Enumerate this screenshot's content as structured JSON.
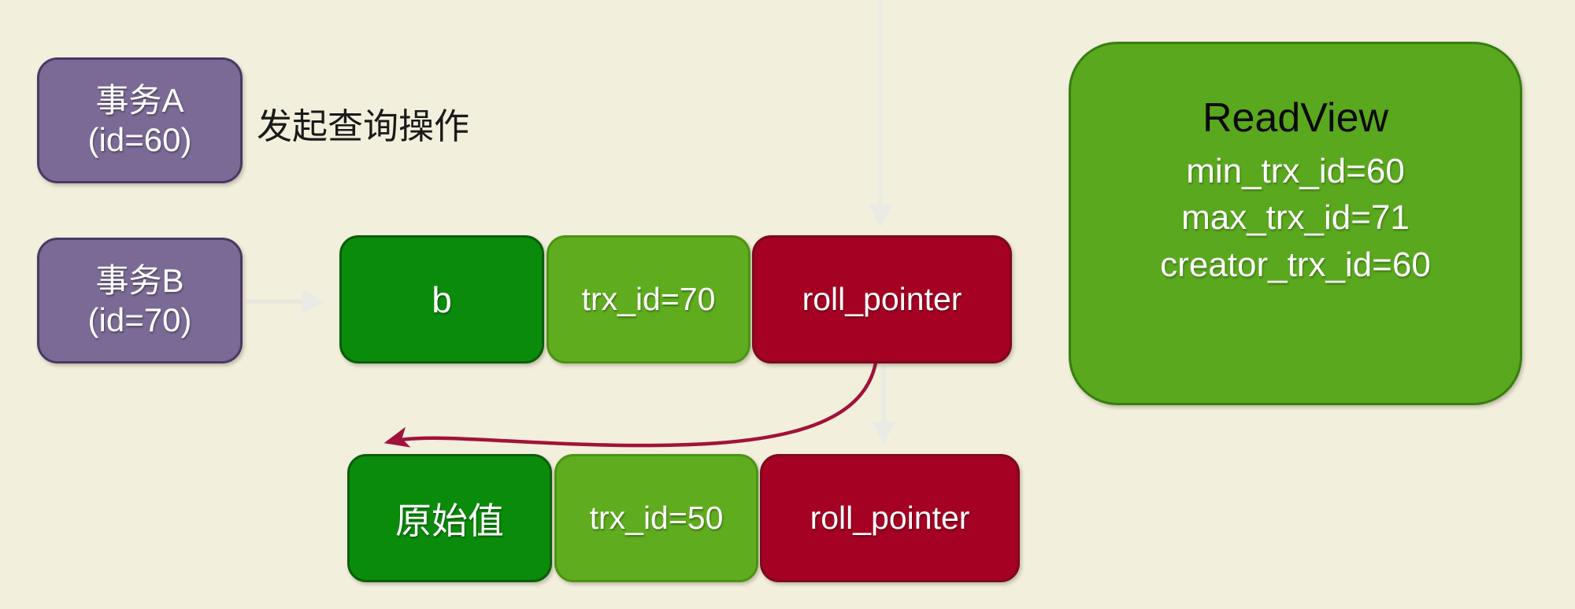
{
  "transaction_a": {
    "name": "事务A",
    "id_label": "(id=60)"
  },
  "transaction_b": {
    "name": "事务B",
    "id_label": "(id=70)"
  },
  "query_label": "发起查询操作",
  "current_row": {
    "value": "b",
    "trx_id": "trx_id=70",
    "roll_pointer": "roll_pointer"
  },
  "undo_row": {
    "value": "原始值",
    "trx_id": "trx_id=50",
    "roll_pointer": "roll_pointer"
  },
  "readview": {
    "title": "ReadView",
    "lines": [
      "min_trx_id=60",
      "max_trx_id=71",
      "creator_trx_id=60"
    ]
  },
  "colors": {
    "background": "#f2efdd",
    "transaction_purple": "#7b6a95",
    "transaction_border": "#493963",
    "value_green": "#0b8b0b",
    "value_green_border": "#0b5e0b",
    "trx_green": "#5fad1e",
    "trx_green_border": "#4c9315",
    "roll_red": "#a50122",
    "roll_red_border": "#7c0a1c",
    "readview_green": "#5aa81e",
    "readview_border": "#357f10",
    "pointer_arrow_red": "#a1123a",
    "faint_arrow_gray": "#ebebe6",
    "label_black": "#1a1a1a",
    "label_white": "#ffffff"
  }
}
